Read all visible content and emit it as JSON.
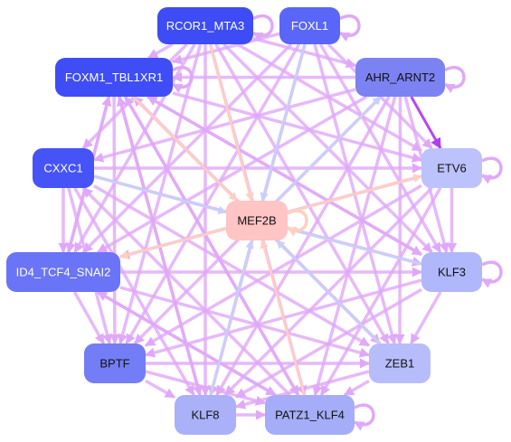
{
  "nodes": [
    {
      "id": "rcor1",
      "label": "RCOR1_MTA3",
      "color": "#3d4cf5",
      "text_color": "#ffffff"
    },
    {
      "id": "foxl1",
      "label": "FOXL1",
      "color": "#5a66f7",
      "text_color": "#ffffff"
    },
    {
      "id": "foxm1",
      "label": "FOXM1_TBL1XR1",
      "color": "#3e4df5",
      "text_color": "#ffffff"
    },
    {
      "id": "ahr",
      "label": "AHR_ARNT2",
      "color": "#7b82f2",
      "text_color": "#111111"
    },
    {
      "id": "cxxc1",
      "label": "CXXC1",
      "color": "#4653f6",
      "text_color": "#ffffff"
    },
    {
      "id": "etv6",
      "label": "ETV6",
      "color": "#bcc2fb",
      "text_color": "#111111"
    },
    {
      "id": "mef2b",
      "label": "MEF2B",
      "color": "#ffc4c4",
      "text_color": "#111111"
    },
    {
      "id": "id4",
      "label": "ID4_TCF4_SNAI2",
      "color": "#6a74f6",
      "text_color": "#ffffff"
    },
    {
      "id": "klf3",
      "label": "KLF3",
      "color": "#b0b7fa",
      "text_color": "#111111"
    },
    {
      "id": "bptf",
      "label": "BPTF",
      "color": "#737df6",
      "text_color": "#111111"
    },
    {
      "id": "zeb1",
      "label": "ZEB1",
      "color": "#b7bdfa",
      "text_color": "#111111"
    },
    {
      "id": "klf8",
      "label": "KLF8",
      "color": "#aab1f8",
      "text_color": "#111111"
    },
    {
      "id": "patz1",
      "label": "PATZ1_KLF4",
      "color": "#a5adf8",
      "text_color": "#111111"
    }
  ],
  "edge_colors": {
    "default": "#e0a8f8",
    "strong": "#b53cf0",
    "repress": "#c8d0f8",
    "activate": "#ffcfc0"
  },
  "edges": [
    {
      "from": "ahr",
      "to": "etv6",
      "kind": "strong"
    },
    {
      "from": "rcor1",
      "to": "mef2b",
      "kind": "activate"
    },
    {
      "from": "foxl1",
      "to": "mef2b",
      "kind": "repress"
    },
    {
      "from": "foxm1",
      "to": "mef2b",
      "kind": "activate"
    },
    {
      "from": "cxxc1",
      "to": "mef2b",
      "kind": "repress"
    },
    {
      "from": "zeb1",
      "to": "mef2b",
      "kind": "repress"
    },
    {
      "from": "klf3",
      "to": "mef2b",
      "kind": "repress"
    },
    {
      "from": "mef2b",
      "to": "etv6",
      "kind": "activate"
    },
    {
      "from": "mef2b",
      "to": "ahr",
      "kind": "repress"
    },
    {
      "from": "mef2b",
      "to": "id4",
      "kind": "activate"
    },
    {
      "from": "patz1",
      "to": "mef2b",
      "kind": "activate"
    },
    {
      "from": "klf8",
      "to": "mef2b",
      "kind": "repress"
    },
    {
      "from": "rcor1",
      "to": "foxm1",
      "kind": "default"
    },
    {
      "from": "rcor1",
      "to": "ahr",
      "kind": "default"
    },
    {
      "from": "rcor1",
      "to": "etv6",
      "kind": "default"
    },
    {
      "from": "rcor1",
      "to": "klf3",
      "kind": "default"
    },
    {
      "from": "rcor1",
      "to": "zeb1",
      "kind": "default"
    },
    {
      "from": "rcor1",
      "to": "patz1",
      "kind": "default"
    },
    {
      "from": "rcor1",
      "to": "klf8",
      "kind": "default"
    },
    {
      "from": "rcor1",
      "to": "bptf",
      "kind": "default"
    },
    {
      "from": "rcor1",
      "to": "id4",
      "kind": "default"
    },
    {
      "from": "rcor1",
      "to": "cxxc1",
      "kind": "default"
    },
    {
      "from": "foxl1",
      "to": "foxm1",
      "kind": "default"
    },
    {
      "from": "foxl1",
      "to": "etv6",
      "kind": "default"
    },
    {
      "from": "foxl1",
      "to": "klf3",
      "kind": "default"
    },
    {
      "from": "foxl1",
      "to": "zeb1",
      "kind": "default"
    },
    {
      "from": "foxl1",
      "to": "bptf",
      "kind": "default"
    },
    {
      "from": "foxl1",
      "to": "klf8",
      "kind": "default"
    },
    {
      "from": "foxl1",
      "to": "id4",
      "kind": "default"
    },
    {
      "from": "foxm1",
      "to": "etv6",
      "kind": "default"
    },
    {
      "from": "foxm1",
      "to": "klf3",
      "kind": "default"
    },
    {
      "from": "foxm1",
      "to": "zeb1",
      "kind": "default"
    },
    {
      "from": "foxm1",
      "to": "patz1",
      "kind": "default"
    },
    {
      "from": "foxm1",
      "to": "klf8",
      "kind": "default"
    },
    {
      "from": "foxm1",
      "to": "bptf",
      "kind": "default"
    },
    {
      "from": "foxm1",
      "to": "id4",
      "kind": "default"
    },
    {
      "from": "ahr",
      "to": "foxm1",
      "kind": "default"
    },
    {
      "from": "ahr",
      "to": "klf3",
      "kind": "default"
    },
    {
      "from": "ahr",
      "to": "zeb1",
      "kind": "default"
    },
    {
      "from": "ahr",
      "to": "patz1",
      "kind": "default"
    },
    {
      "from": "ahr",
      "to": "klf8",
      "kind": "default"
    },
    {
      "from": "ahr",
      "to": "bptf",
      "kind": "default"
    },
    {
      "from": "ahr",
      "to": "id4",
      "kind": "default"
    },
    {
      "from": "ahr",
      "to": "cxxc1",
      "kind": "default"
    },
    {
      "from": "cxxc1",
      "to": "etv6",
      "kind": "default"
    },
    {
      "from": "cxxc1",
      "to": "klf3",
      "kind": "default"
    },
    {
      "from": "cxxc1",
      "to": "zeb1",
      "kind": "default"
    },
    {
      "from": "cxxc1",
      "to": "id4",
      "kind": "default"
    },
    {
      "from": "cxxc1",
      "to": "bptf",
      "kind": "default"
    },
    {
      "from": "cxxc1",
      "to": "klf8",
      "kind": "default"
    },
    {
      "from": "etv6",
      "to": "id4",
      "kind": "default"
    },
    {
      "from": "etv6",
      "to": "klf3",
      "kind": "default"
    },
    {
      "from": "etv6",
      "to": "bptf",
      "kind": "default"
    },
    {
      "from": "etv6",
      "to": "klf8",
      "kind": "default"
    },
    {
      "from": "etv6",
      "to": "patz1",
      "kind": "default"
    },
    {
      "from": "id4",
      "to": "klf3",
      "kind": "default"
    },
    {
      "from": "id4",
      "to": "zeb1",
      "kind": "default"
    },
    {
      "from": "id4",
      "to": "bptf",
      "kind": "default"
    },
    {
      "from": "id4",
      "to": "patz1",
      "kind": "default"
    },
    {
      "from": "id4",
      "to": "foxm1",
      "kind": "default"
    },
    {
      "from": "klf3",
      "to": "zeb1",
      "kind": "default"
    },
    {
      "from": "klf3",
      "to": "bptf",
      "kind": "default"
    },
    {
      "from": "klf3",
      "to": "klf8",
      "kind": "default"
    },
    {
      "from": "klf3",
      "to": "foxm1",
      "kind": "default"
    },
    {
      "from": "bptf",
      "to": "patz1",
      "kind": "default"
    },
    {
      "from": "bptf",
      "to": "zeb1",
      "kind": "default"
    },
    {
      "from": "bptf",
      "to": "klf8",
      "kind": "default"
    },
    {
      "from": "zeb1",
      "to": "patz1",
      "kind": "default"
    },
    {
      "from": "zeb1",
      "to": "klf8",
      "kind": "default"
    },
    {
      "from": "zeb1",
      "to": "foxm1",
      "kind": "default"
    },
    {
      "from": "klf8",
      "to": "patz1",
      "kind": "default"
    },
    {
      "from": "klf8",
      "to": "foxm1",
      "kind": "default"
    },
    {
      "from": "patz1",
      "to": "foxm1",
      "kind": "default"
    },
    {
      "from": "patz1",
      "to": "cxxc1",
      "kind": "default"
    },
    {
      "from": "patz1",
      "to": "id4",
      "kind": "default"
    }
  ],
  "self_loops": [
    "rcor1",
    "foxl1",
    "foxm1",
    "ahr",
    "etv6",
    "klf3",
    "patz1",
    "mef2b"
  ]
}
